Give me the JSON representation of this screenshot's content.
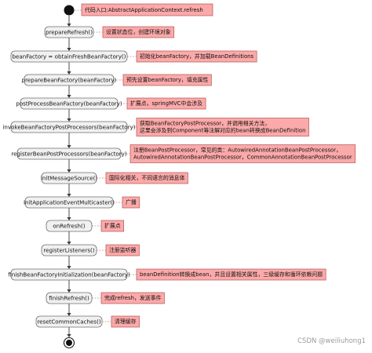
{
  "steps": [
    {
      "label": "prepareRefresh()",
      "notes": [
        "设置状态位，创建环境对象"
      ]
    },
    {
      "label": "beanFactory = obtainFreshBeanFactory()",
      "notes": [
        "初始化beanFactory，并加载BeanDefinitions"
      ]
    },
    {
      "label": "prepareBeanFactory(beanFactory)",
      "notes": [
        "预先设置beanFactory，填充属性"
      ]
    },
    {
      "label": "postProcessBeanFactory(beanFactory)",
      "notes": [
        "扩展点，springMVC中会涉及"
      ]
    },
    {
      "label": "invokeBeanFactoryPostProcessors(beanFactory)",
      "notes": [
        "获取BeanFactoryPostProcessor，并调用相关方法，",
        "这里会涉及到Component等注解对应的bean转换成BeanDefinition"
      ]
    },
    {
      "label": "registerBeanPostProcessors(beanFactory)",
      "notes": [
        "注册BeanPostProcessor，常见的类：AutowiredAnnotationBeanPostProcessor，",
        "AutowiredAnnotationBeanPostProcessor，CommonAnnotationBeanPostProcessor"
      ]
    },
    {
      "label": "initMessageSource()",
      "notes": [
        "国际化相关，不同语言的消息体"
      ]
    },
    {
      "label": "initApplicationEventMulticaster()",
      "notes": [
        "广播"
      ]
    },
    {
      "label": "onRefresh()",
      "notes": [
        "扩展点"
      ]
    },
    {
      "label": "registerListeners()",
      "notes": [
        "注册监听器"
      ]
    },
    {
      "label": "finishBeanFactoryInitialization(beanFactory)",
      "notes": [
        "beanDefinition转换成bean，并且设置相关属性，三级缓存和循环依赖问题"
      ]
    },
    {
      "label": "finishRefresh()",
      "notes": [
        "完成refresh，发送事件"
      ]
    },
    {
      "label": "resetCommonCaches()",
      "notes": [
        "清理缓存"
      ]
    }
  ],
  "start_note": "代码入口:AbstractApplicationContext.refresh",
  "watermark": "CSDN @weiliuhong1",
  "colors": {
    "note_fill": "#fba9a9",
    "step_fill": "#f1f1f1",
    "arrow": "#3a3a3a"
  }
}
